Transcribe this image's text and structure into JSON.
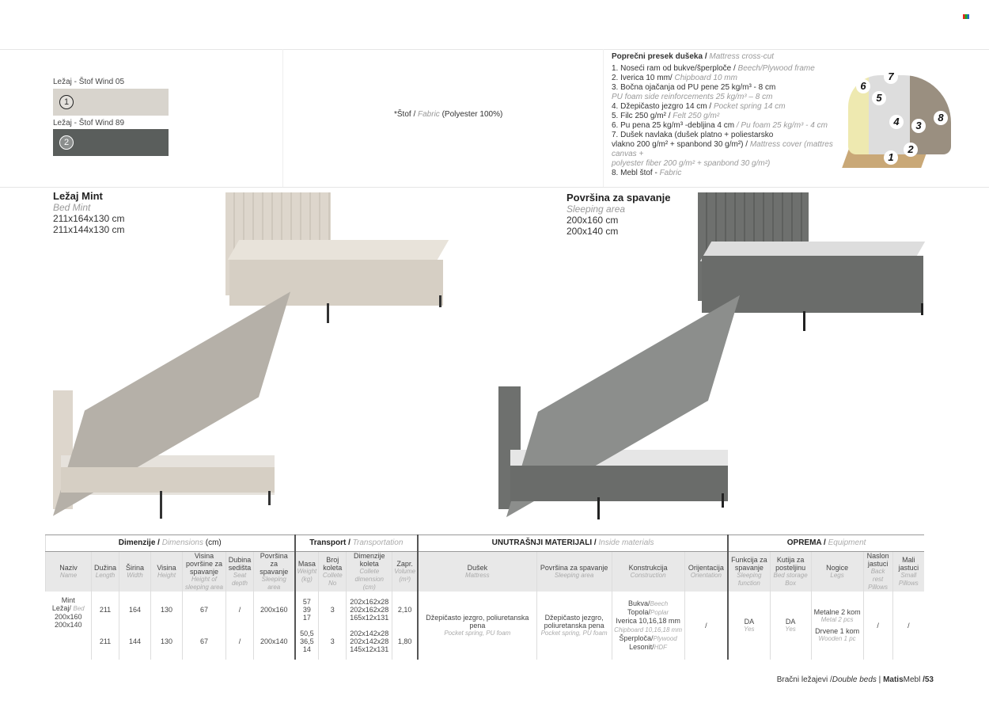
{
  "fabrics": [
    {
      "label": "Ležaj - Štof Wind 05",
      "num": "1",
      "color": "#d8d4cd"
    },
    {
      "label": "Ležaj - Štof Wind 89",
      "num": "2",
      "color": "#5a5e5c"
    }
  ],
  "fabric_note": {
    "a": "*Štof / ",
    "b": "Fabric",
    "c": " (Polyester 100%)"
  },
  "cross": {
    "title": "Poprečni presek dušeka / ",
    "title_en": "Mattress cross-cut",
    "items": [
      {
        "sr": "1. Noseći ram od bukve/šperploče / ",
        "en": "Beech/Plywood frame"
      },
      {
        "sr": "2. Iverica 10 mm/ ",
        "en": "Chipboard 10 mm"
      },
      {
        "sr": "3. Bočna ojačanja od PU pene 25 kg/m³ - 8 cm",
        "en": ""
      },
      {
        "sr": "",
        "en": "PU foam side reinforcements 25 kg/m³ – 8 cm"
      },
      {
        "sr": "4. Džepičasto jezgro 14 cm / ",
        "en": "Pocket spring 14 cm"
      },
      {
        "sr": "5. Filc 250 g/m² / ",
        "en": "Felt 250 g/m²"
      },
      {
        "sr": "6. Pu pena 25 kg/m³ -debljina 4 cm ",
        "en": "/ Pu foam 25 kg/m³ - 4 cm"
      },
      {
        "sr": "7. Dušek navlaka (dušek platno + poliestarsko",
        "en": ""
      },
      {
        "sr": "vlakno 200 g/m² + spanbond 30 g/m²) / ",
        "en": "Mattress cover (mattres canvas +"
      },
      {
        "sr": "",
        "en": "polyester fiber 200 g/m² + spanbond 30 g/m²)"
      },
      {
        "sr": "8. Mebl štof - ",
        "en": "Fabric"
      }
    ],
    "labels": [
      "1",
      "2",
      "3",
      "4",
      "5",
      "6",
      "7",
      "8"
    ]
  },
  "product": {
    "title": "Ležaj Mint",
    "title_en": "Bed Mint",
    "sizes": [
      "211x164x130 cm",
      "211x144x130 cm"
    ]
  },
  "sleeping": {
    "title": "Površina za spavanje",
    "title_en": "Sleeping area",
    "sizes": [
      "200x160 cm",
      "200x140 cm"
    ]
  },
  "table": {
    "groups": [
      {
        "sr": "Dimenzije / ",
        "en": "Dimensions",
        "x": " (cm)"
      },
      {
        "sr": "Transport / ",
        "en": "Transportation",
        "x": ""
      },
      {
        "sr": "UNUTRAŠNJI MATERIJALI / ",
        "en": "Inside materials",
        "x": ""
      },
      {
        "sr": "OPREMA / ",
        "en": "Equipment",
        "x": ""
      }
    ],
    "headers": [
      [
        "Naziv",
        "Name"
      ],
      [
        "Dužina",
        "Length"
      ],
      [
        "Širina",
        "Width"
      ],
      [
        "Visina",
        "Height"
      ],
      [
        "Visina površine za spavanje",
        "Height of sleeping area"
      ],
      [
        "Dubina sedišta",
        "Seat depth"
      ],
      [
        "Površina za spavanje",
        "Sleeping area"
      ],
      [
        "Masa",
        "Weight (kg)"
      ],
      [
        "Broj koleta",
        "Collete No"
      ],
      [
        "Dimenzije koleta",
        "Collete dimension (cm)"
      ],
      [
        "Zapr.",
        "Volume (m³)"
      ],
      [
        "Dušek",
        "Mattress"
      ],
      [
        "Površina za spavanje",
        "Sleeping area"
      ],
      [
        "Konstrukcija",
        "Construction"
      ],
      [
        "Orijentacija",
        "Orientation"
      ],
      [
        "Funkcija za spavanje",
        "Sleeping function"
      ],
      [
        "Kutija za posteljinu",
        "Bed storage Box"
      ],
      [
        "Nogice",
        "Legs"
      ],
      [
        "Naslon jastuci",
        "Back rest Pillows"
      ],
      [
        "Mali jastuci",
        "Small Pillows"
      ]
    ],
    "name": {
      "a": "Mint",
      "b": "Ležaj/ ",
      "c": "Bed",
      "d": "200x160",
      "e": "200x140"
    },
    "rows": [
      [
        "211",
        "164",
        "130",
        "67",
        "/",
        "200x160",
        "57\n39\n17",
        "3",
        "202x162x28\n202x162x28\n165x12x131",
        "2,10"
      ],
      [
        "211",
        "144",
        "130",
        "67",
        "/",
        "200x140",
        "50,5\n36,5\n14",
        "3",
        "202x142x28\n202x142x28\n145x12x131",
        "1,80"
      ]
    ],
    "mattress": {
      "sr": "Džepičasto jezgro, poliuretanska pena",
      "en": "Pocket spring, PU foam"
    },
    "construction": [
      [
        "Bukva/",
        "Beech"
      ],
      [
        "Topola/",
        "Poplar"
      ],
      [
        "Iverica 10,16,18 mm",
        ""
      ],
      [
        "",
        "Chipboard 10,16,18 mm"
      ],
      [
        "Šperploča/",
        "Plywood"
      ],
      [
        "Lesonit/",
        "HDF"
      ]
    ],
    "orientation": "/",
    "function": {
      "sr": "DA",
      "en": "Yes"
    },
    "box": {
      "sr": "DA",
      "en": "Yes"
    },
    "legs": [
      [
        "Metalne 2 kom",
        "Metal 2 pcs"
      ],
      [
        "Drvene 1 kom",
        "Wooden 1 pc"
      ]
    ],
    "backrest": "/",
    "small": "/"
  },
  "footer": {
    "a": "Bračni ležajevi /",
    "b": "Double beds",
    "brand": "Matis",
    "brand2": "Mebl",
    "page": "/53"
  }
}
